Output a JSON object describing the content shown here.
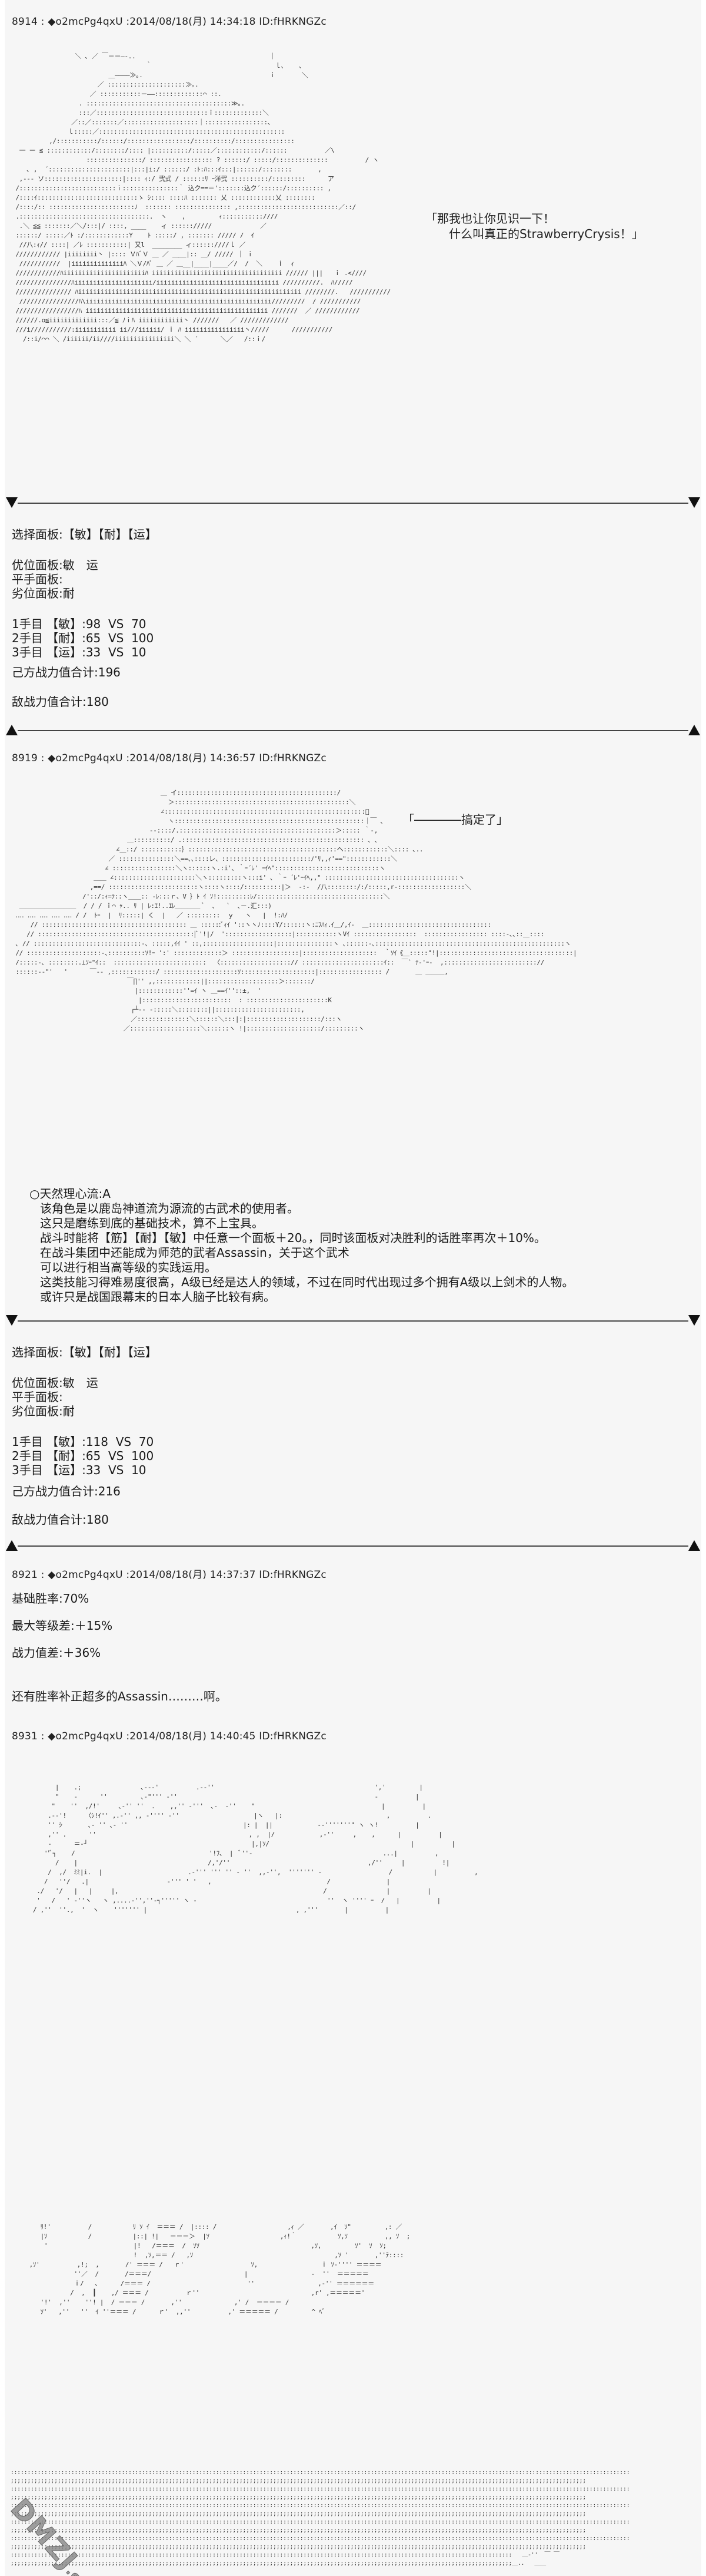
{
  "posts": [
    {
      "number": "8914",
      "header": "8914 : ◆o2mcPg4qxU :2014/08/18(月) 14:34:18 ID:fHRKNGZc",
      "speech": "「那我也让你见识一下！\n　　什么叫真正的StrawberryCrysis！」"
    },
    {
      "number": "8919",
      "header": "8919 : ◆o2mcPg4qxU :2014/08/18(月) 14:36:57 ID:fHRKNGZc",
      "speech": "「――――搞定了」"
    },
    {
      "number": "8921",
      "header": "8921 : ◆o2mcPg4qxU :2014/08/18(月) 14:37:37 ID:fHRKNGZc"
    },
    {
      "number": "8931",
      "header": "8931 : ◆o2mcPg4qxU :2014/08/18(月) 14:40:45 ID:fHRKNGZc"
    }
  ],
  "battle1": {
    "selected_panels": "选择面板:【敏】【耐】【运】",
    "advantage": "优位面板:敏　运",
    "even": "平手面板:",
    "disadvantage": "劣位面板:耐",
    "rounds": [
      "1手目 【敏】:98  VS  70",
      "2手目 【耐】:65  VS  100",
      "3手目 【运】:33  VS  10"
    ],
    "own_total": "己方战力值合计:196",
    "enemy_total": "敌战力值合计:180"
  },
  "skill": {
    "title": "○天然理心流:A",
    "lines": [
      "该角色是以鹿岛神道流为源流的古武术的使用者。",
      "这只是磨练到底的基础技术，算不上宝具。",
      "战斗时能将【筋】【耐】【敏】中任意一个面板＋20。，同时该面板对决胜利的话胜率再次＋10%。",
      "在战斗集团中还能成为师范的武者Assassin，关于这个武术",
      "可以进行相当高等级的实践运用。",
      "这类技能习得难易度很高，A级已经是达人的领域，不过在同时代出现过多个拥有A级以上剑术的人物。",
      "或许只是战国跟幕末的日本人脑子比较有病。"
    ]
  },
  "battle2": {
    "selected_panels": "选择面板:【敏】【耐】【运】",
    "advantage": "优位面板:敏　运",
    "even": "平手面板:",
    "disadvantage": "劣位面板:耐",
    "rounds": [
      "1手目 【敏】:118  VS  70",
      "2手目 【耐】:65  VS  100",
      "3手目 【运】:33  VS  10"
    ],
    "own_total": "己方战力值合计:216",
    "enemy_total": "敌战力值合计:180"
  },
  "winrate": {
    "base": "基础胜率:70%",
    "level_diff": "最大等级差:＋15%",
    "power_diff": "战力值差:＋36%",
    "comment": "还有胜率补正超多的Assassin………啊。"
  },
  "watermark": {
    "text": "DMZJ",
    "sub": ".com"
  },
  "aa": {
    "art1": "                 ＼ ､ ／ ￣＝＝―-..                                    ｜\n                                    ｀                                 ｌ､    ､\n                          ＿――――≫｡.                                  ｉ       ＼\n                       ／ :::::::::::::::::::::≫｡.\n                     ／ :::::::::::－――:::::::::::::⌒ ::.\n                  . :::::::::::::::::::::::::::::::::::::::≫｡.\n                  :::／::::::::::::::::::::::::::::::ｉ:::::::::::::＼\n                ／::／:::::::／::::::::::::::::::::｜:::::::::::::::::、\n               ｌ:::::／::::::::::::::::::::::::::::::::::::::::::::::::::\n          ,/:::::::::::/::::::/:::::::::::::::::/::::::::::/::::::::::::::::\n  一 ー ≦ ::::::::::::/::::::::/:::: |::::::::::/:::::／::::::::::::/::::::          ／\\\n                    :::::::::::::::/ ::::::::::::::::: ? ::::::/ :::::/::::::::::::::          / ヽ\n    ､ ,  ´::::::::::::::::::::::|:::|i:/ ::::::/ :ﾄ:ﾊ:::ｲ:::|::::::/::::::::       ,\n  ,-‐- ソ:::::::::::::::::::::|:::: ｨ:/ 弐式 / ::::::ﾘ ｰ洋弐 ::::::::::/:::::::::      ア\n /::::::::::::::::::::::::::ｉ:::::::::::::::｀ 込ク==＝':::::::込ク´::::::/:::::::::: ,\n /::::ｲ:::::::::::::::::::::::::::ゝ ｼ:::: ::::ﾊ ::::::: 乂 ::::::::::::乂 ::::::::\n /::::/:: :::::::::::::::::::::::ﾉ  ::::::: ::::::::::::::: ,:::::::::::::::::::::::::::／::/\n .:::::::::::::::::::::::::::::::::::.  ヽ    ,         ｨ:::::::::::////\n  .＼ ≦≦ :::::::／＼/:::|/ ::::, ____    ィ :::::://///             ／\n ::::::/ :::::／ﾄ :/::::::::::::Y    ﾄ :::::/ , ::::::: ///// /  ｲ\n  //八:ｨ// ::::| ／ﾚ :::::::::::| 又l  ________ ィ::::::////ｌ ／\n //////////// |iiiiiiii丶 |:::: ＶﾊﾞＶ ＿ ／ ＿__|:: ＿/ ///// ｜ ｉ\n  ///////////  |iiiiiiiiiiiiiiﾊ ＼Ｖ/ﾊﾟ ＿ ／ ＿__|____|____／/  /  ＼    ｉ  ｨ\n ////////////ﾊiiiiiiiiiiiiiiiiiiiiiiﾊ iiiiiiiiiiiiiiiiiiiiiiiiiiiiiiiiiii ////// |||   ｉ .<////\n ///////////////ﾊiiiiiiiiiiiiiiiiiiiii/iiiiiiiiiiiiiiiiiiiiiiiiiiiiiiiii //////////.  ﾊ/////\n /////////////// ﾊiiiiiiiiiiiiiiiiiiiiiiiiiiiiiiiiiiiiiiiiiiiiiiiiiiiiiiiiiiii ////////.   ///////////\n  ////////////////ﾊ\\iiiiiiiiiiiiiiiiiiiiiiiiiiiiiiiiiiiiiiiiiiiiiiiiii/////////  / ///////////\n /////////////////ﾊ iiiiiiiiiiiiiiiiiiiiiiiiiiiiiiiiiiiiiiiiiiiiiiiii ///////  ／ ////////////\n //////.o≦iiiiiiiiiiiii:::／≦ ﾉｉﾊ iiiiiiiiiiii丶 ///////   ／ /////////////\n ///i///////////:iiiiiiiiiii ii///iiiiii/ ｉ ﾊ iiiiiiiiiiiiiiii丶/////      ///////////\n   /::i/⌒⌒ ＼ /iiiiii/ii////iiiiiiiiiiiiiiii＼ ＼ ´      ＼／   /::ｉ/\n",
    "art2": "                                        ＿ イ:::::::::::::::::::::::::::::::::::::::::::/\n                                          ＞:::::::::::::::::::::::::::::::::::::::::::::::＼\n                                        ∠::::::::::::::::::::::::::::::::::::::::::::::::::::::ﾞ\n                                          ヽ:::::::::::::::::::::::::::::::::::::::::::::::::::｜￣ ､\n                                     -‐::::/.::::::::::::::::::::::::::::::::::::::::::＞::::: ｀-,\n                               ＿::::::::::/ .::::::::::::::::::::::::::::::::::::::::::::::::: ､ ､\n                            ∠＿::/ :::::::::::｝::::::::::::::::::::::::::::::::::::::::ヘ::::::::::::＼:::: ､..\n                          ／ :::::::::::::::＼==､､::::レ、::::::::::::::::::::::::ﾉ'ﾘ,,ｨ'==\"::::::::::::＼\n                         ∠ :::::::::::::::::＼ヽ::::::ヽ.:i'､ ｀ｰ´ﾚ' ｰｲﾍ\"::::::::::::::::::::::::::::ヽ\n                      ＿＿ ∠::::::::::::::::::::::＼ヽ:::::::::ヽ:::i' ､ ｀ｰ ´ﾚ'ｰｲﾍ,,\" ::::::::::::::::::::::::::::::::::::ヽ\n                     ,==/ ::::::::::::::::::::::::ヽ::::ヽ::::/::::::::::|＞  -:-  /八::::::::/:/:::::,r‐::::::::::::::::::＼\n                   /'::/:ｨ=ﾃ::ヽ＿＿:: ‐ﾚ:::ｒ、V ｝ﾄ ｲ ｿ!:::::::::ﾚ/::::::::::::::::::::::::::::::::::＼\n  ＿＿＿＿＿＿＿＿＿  / / / ｉ⌒ ｬ.. ﾘ | ﾚ:ｴ!..ｴﾚ＿＿＿＿ ﾞ  ､   `  ､－.汇:::)\n ‥‥ ‥‥ ‥‥ ‥‥ ‥‥ / /  ﾄｰ  |  ﾘ:::::| く  |   ／ :::::::::  ｙ   ヽ   |  !:ﾊ/\n     // ::::::::::::::::::::::::::::::::::::::: ＿ ::::::ﾞｨｲ '::ヽヽﾉ::::Y/::::::ヽ:ﾆﾌﾊｨ.ｲ＿/,ｲ-  ＿:::::::::::::::::::::::::::::::::\n    // ::::::::::::::::::::::::::::::::::::::::::|ﾞ'!|/  '::::::::::::::::::|:::::::::::ヽVｲ :::::::::::::::::  ::::::::::::::::: ::::-､､::＿::::\n ､ // :::::::::::::::::::::::::::::-､ :::::,ｲｲ ' ::,:::::::::::::::::::|:::::::::::::::ヽ ､::::::-､:::::::::::::::::::::::::::::::::::::::::::::::::::ヽ\n // ::::::::::::::::::::-､::::::::::ｿ!ｰ ':' :::::::::::::＞ ::::::::::::::::::|::::::::::::::::::::  ｀ｿｲ《＿:::::\"!|::::::::::::::::::::::::::::::::::::|\n /:::::-､ ::::::::.⊥ｿｰ\"ｲ::  :::::::::::::::::::::::::  〈:::::::::::::::::::// ::::::::::::::::::::::ｲ::  ￣` ﾃ-'ｰ-  ,::::::::::::::::::::::::://\n ::::::-‐\"'   '      ￣‐‐ ,::::::::::::/ ::::::::::::::::::::ｿ::::::::::::::::::::|::::::::::::::::: /       ＿ ＿＿＿,\n                               ￣∏'' ,,::::::::::::||:::::::::::::::::::＞:::::::/\n                                 |::::::::::::''=ｲ ヽ ＿==ｲ''::±,  '\n                                  |::::::::::::::::::::::::  : ::::::::::::::::::::::K\n                                ┌┴-- -:::::＼::::::::||:::::::::::::::::::::::,\n                                ／::::::::::::::＼::::::＼:::|:|::::::::::::::::::::/:::ヽ\n                              ／:::::::::::::::::::＼::::::ヽ !|::::::::::::::::::::/:::::::::ヽ\n",
    "art3": "\n            |    .;                ､-‐-'          .--''                                           ','         |\n            \"    -      ''         ､-\"''' -''                                                     -          |\n           \"    ''  ,/!'     ､-'' ''  .    ,,'' -'''  ､-  -''    \"                                  |          |\n          .--'!     〈ｼ!ｲ'' ,.-'' ,, -'''' -''                    |ヽ   |:                            ,          .\n          '' ｼ       ､- '' ､- ''                               |: |  ||            --'''''''\" ヽ ヽ!          |\n          ,'' .      ''                                         , ,  |/            ,-''     ,    ,      |          |\n          -      ＝-┘                                            |,|ｿ/                                      |          |\n         ''ﾞ┐    /                                    '!ﾌ、 |  ﾞ''-                                   ...|          ,\n            /    |                                   /,'/''                                     ,/''     |          !|\n          /  ,/  ﾐﾐ|i.  |                       .-''' ''' '' - ''  ,,-'',  ''''''' -                  /           |          ,\n         /   ''/   .|                     -''' ' '   ,                               /               |\n       ./   '/   |   |     |,                                                       /                |          |\n       '   /   ' -''ヽ   ヽ ,....-'',''-┐''''' ヽ -                                   ''  ヽ '''' ｰ  /   |          |\n      / ,''  ''.,  '  ヽ    ''''''' |                                        , ,'''       |          |\n",
    "art4": "\n\n        ﾘ!'          /           ﾘ ｿ ｲ  ＝＝＝ /  |:::: /                   ,ｨ ／       ,ｲ  ｿ\"         ,: ／\n        |ｿ           /           |::| !|   ＝＝＝＞  |ｿ                   ,ｨ!｀           ｿ,ｿ          ,, ｿ  ;\n         '                       |!   /＝＝＝  /  ｿｿ                              ,ｿ,         ｿ'  ｿ  ｿ;\n                                 !  ,ｿ,＝＝ /   ,ｿ                                      ,ｿ '       ,''ﾃ::::\n     ,ｿ'          ,!;  ,       /' ＝＝＝ /   ｒ'                  ｿ,                 ｉ ｿ-'''' ＝＝＝＝\n                 ''／  /       /＝＝＝/                         |                 -  ''  ＝＝＝＝＝\n                 ｉ/   ､      /＝＝＝ /                          ''                 ,-'' ＝＝＝＝＝＝\n                /  ,  ┃    ,/ ＝＝＝ /          ｒ''                              ,r' ,＝＝＝＝＝'\n        '!'  ,''    ''! |  / ＝＝＝ /       ,''              ,' /  ＝＝＝＝ /\n        ｿ'   ,''   ''  ｲ ''＝＝＝ /      ｒ'  ,,''          ,' ＝＝＝＝＝ /         ^ ﾍﾞ\n",
    "art5": " ::::::::::::::::::::::::::::::::::::::::::::::::::::::::::::::::::::::::::::::::::::::::::::::::::::::::::::::::::::::::::::::::::::::::::::::::::::::::::::::::::::::::::::::::::::::::\n ;;;;;;;;;;;;;;;;;;;;;;;;;;;;;;;;;;;;;;;;;;;;;;;;;;;;;;;;;;;;;;;;;;;;;;;;;;;;;;;;;;;;;;;;;;;;;;;;;;;;;;;;;;;;;;;;;;;;;;;;;;;;;;;;;;;;;;;;;;;;;;;;;;;;;;;;;;;;;;;;;;;;;;;;;;;\n ::::::::::::::::::::::::::::::::::::::::::::::::::::::::::::::::::::::::::::::::::::::::::::::::::::::::::::::::::::::::::::::::::::::::::::::::::::::::::::::::::::::::::::::::::::::::\n ;;;;;;;;;;;;;;;;;;;;;;;;;;;;;;;;;;;;;;;;;;;;;;;;;;;;;;;;;;;;;;;;;;;;;;;;;;;;;;;;;;;;;;;;;;;;;;;;;;;;;;;;;;;;;;;;;;;;;;;;;;;;;;;;;;;;;;;;;;;;;;;;;;;;;;;;;;;;;;;;;;;;;;;;;;;\n ::::::::::::::::::::::::::::::::::::::::::::::::::::::::::::::::::::::::::::::::::::::::::::::::::::::::::::::::::::::::::::::::::::::::::::::::::::::::::::::::::::::::::::::::::::::::\n ;;;;;;;;;;;;;;;;;;;;;;;;;;;;;;;;;;;;;;;;;;;;;;;;;;;;;;;;;;;;;;;;;;;;;;;;;;;;;;;;;;;;;;;;;;;;;;;;;;;;;;;;;;;;;;;;;;;;;;;;;;;;;;;;;;;;;;;;;;;;;;;;;;;;;;;;;;;;;;;;;;;;;;;;;;;\n ::::::::::::::::::::::::::::::::::::::::::::::::::::::::::::::::::::::::::::::::::::::::::::::::::::::::::::::::::::::::::::::::::::::::::::::::::::::::::::::::::::::::::::::::::::::::\n ;;;;;;;;;;;;;;;;;;;;;;;;;;;;;;;;;;;;;;;;;;;;;;;;;;;;;;;;;;;;;;;;;;;;;;;;;;;;;;;;;;;;;;;;;;;;;;;;;;;;;;;;;;;;;;;;;;;;;;;;;;;;;;;;;;;;;;;;;;;;;;;;;;;;;;;;;;;;;;;;;;;;;;;;;;;\n ::::::::::::::::::::::::::::::::::::::::::::::::::::::::::::::::::::::::::::::::::::::::::::::::::::::::::::::::::::::::::::::::::::::::::::::::::::::::::::::::::::::::::::::::::::::::\n ;;;;;;;;;;;;;;;;;;;;;;;;;;;;;;;;;;;;;;;;;;;;;;;;;;;;;;;;;;;;;;;;;;;;;;;;;;;;;;;;;;;;;;;;;;;;;;;;;;;;;;;;;;;;;;;;;;;;;;;;;;;;;;;;;;;;;;;;;;;;;;;;;;;;;;;;;;;;;;;;;;;;;;;;;;;\n :::::::::::::::::::::::::::::::::::::::::::::::::::::::::::::::::::::::::::::::::::::::::::::::::::::::::::::::::::::::::::::::::::::::::::::::::::::   ＿‐''  ￣ ￣\n ;;;;;;;;;;;;;;;;;;;;;;;;;;;;;;;;;;;;;;;;;;;;;;;;;;;;;;;;;;;;;;;;;;;;;;;;;;;;;;;;;;;;;;;;;;;;;;;;;;;;;;;;;;;;;;;;;;;;;;;;;;;;;;;;;;;;;;;;;;;;;;;;;;;;;＿..   ＿＿"
  }
}
